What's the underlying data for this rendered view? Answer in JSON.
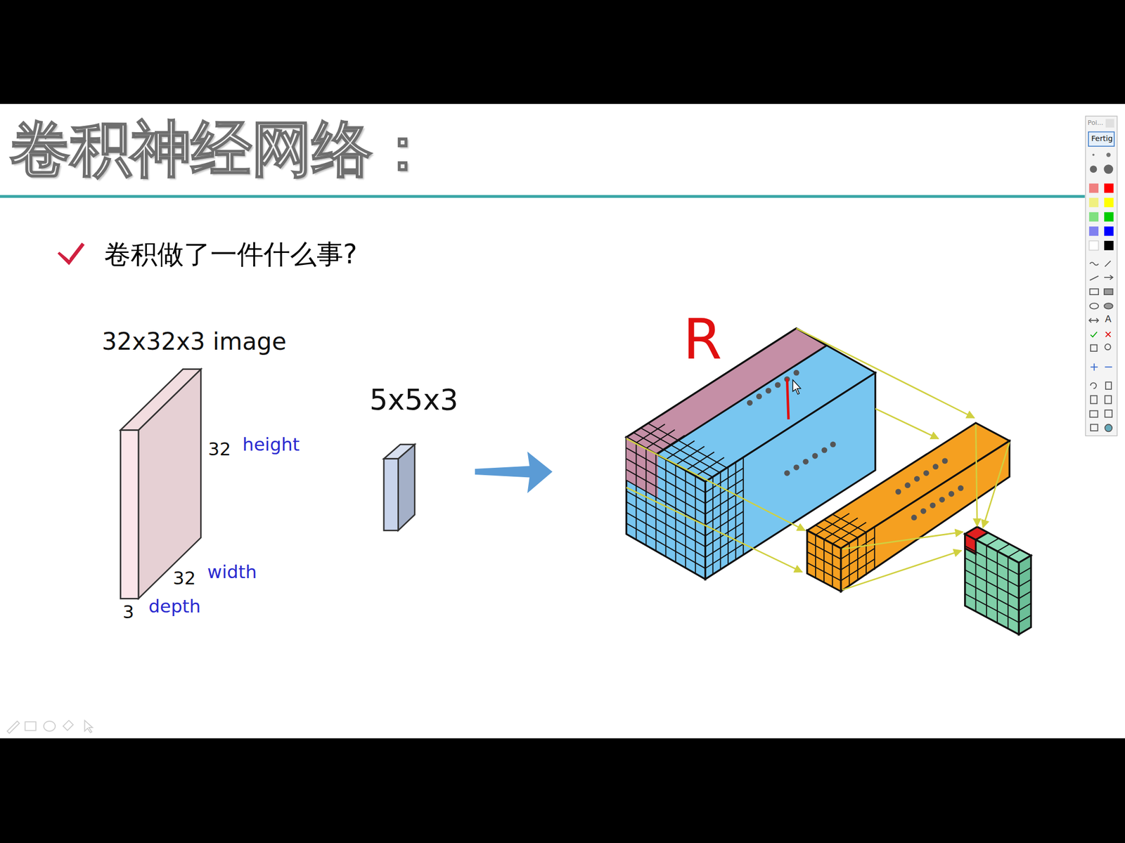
{
  "diagram": {
    "title": "卷积神经网络：",
    "labels": [
      "卷积做了一件什么事?",
      "32x32x3 image",
      "32",
      "height",
      "32",
      "width",
      "3",
      "depth",
      "5x5x3",
      "R",
      "Poi...",
      "Fertig",
      "A"
    ]
  }
}
